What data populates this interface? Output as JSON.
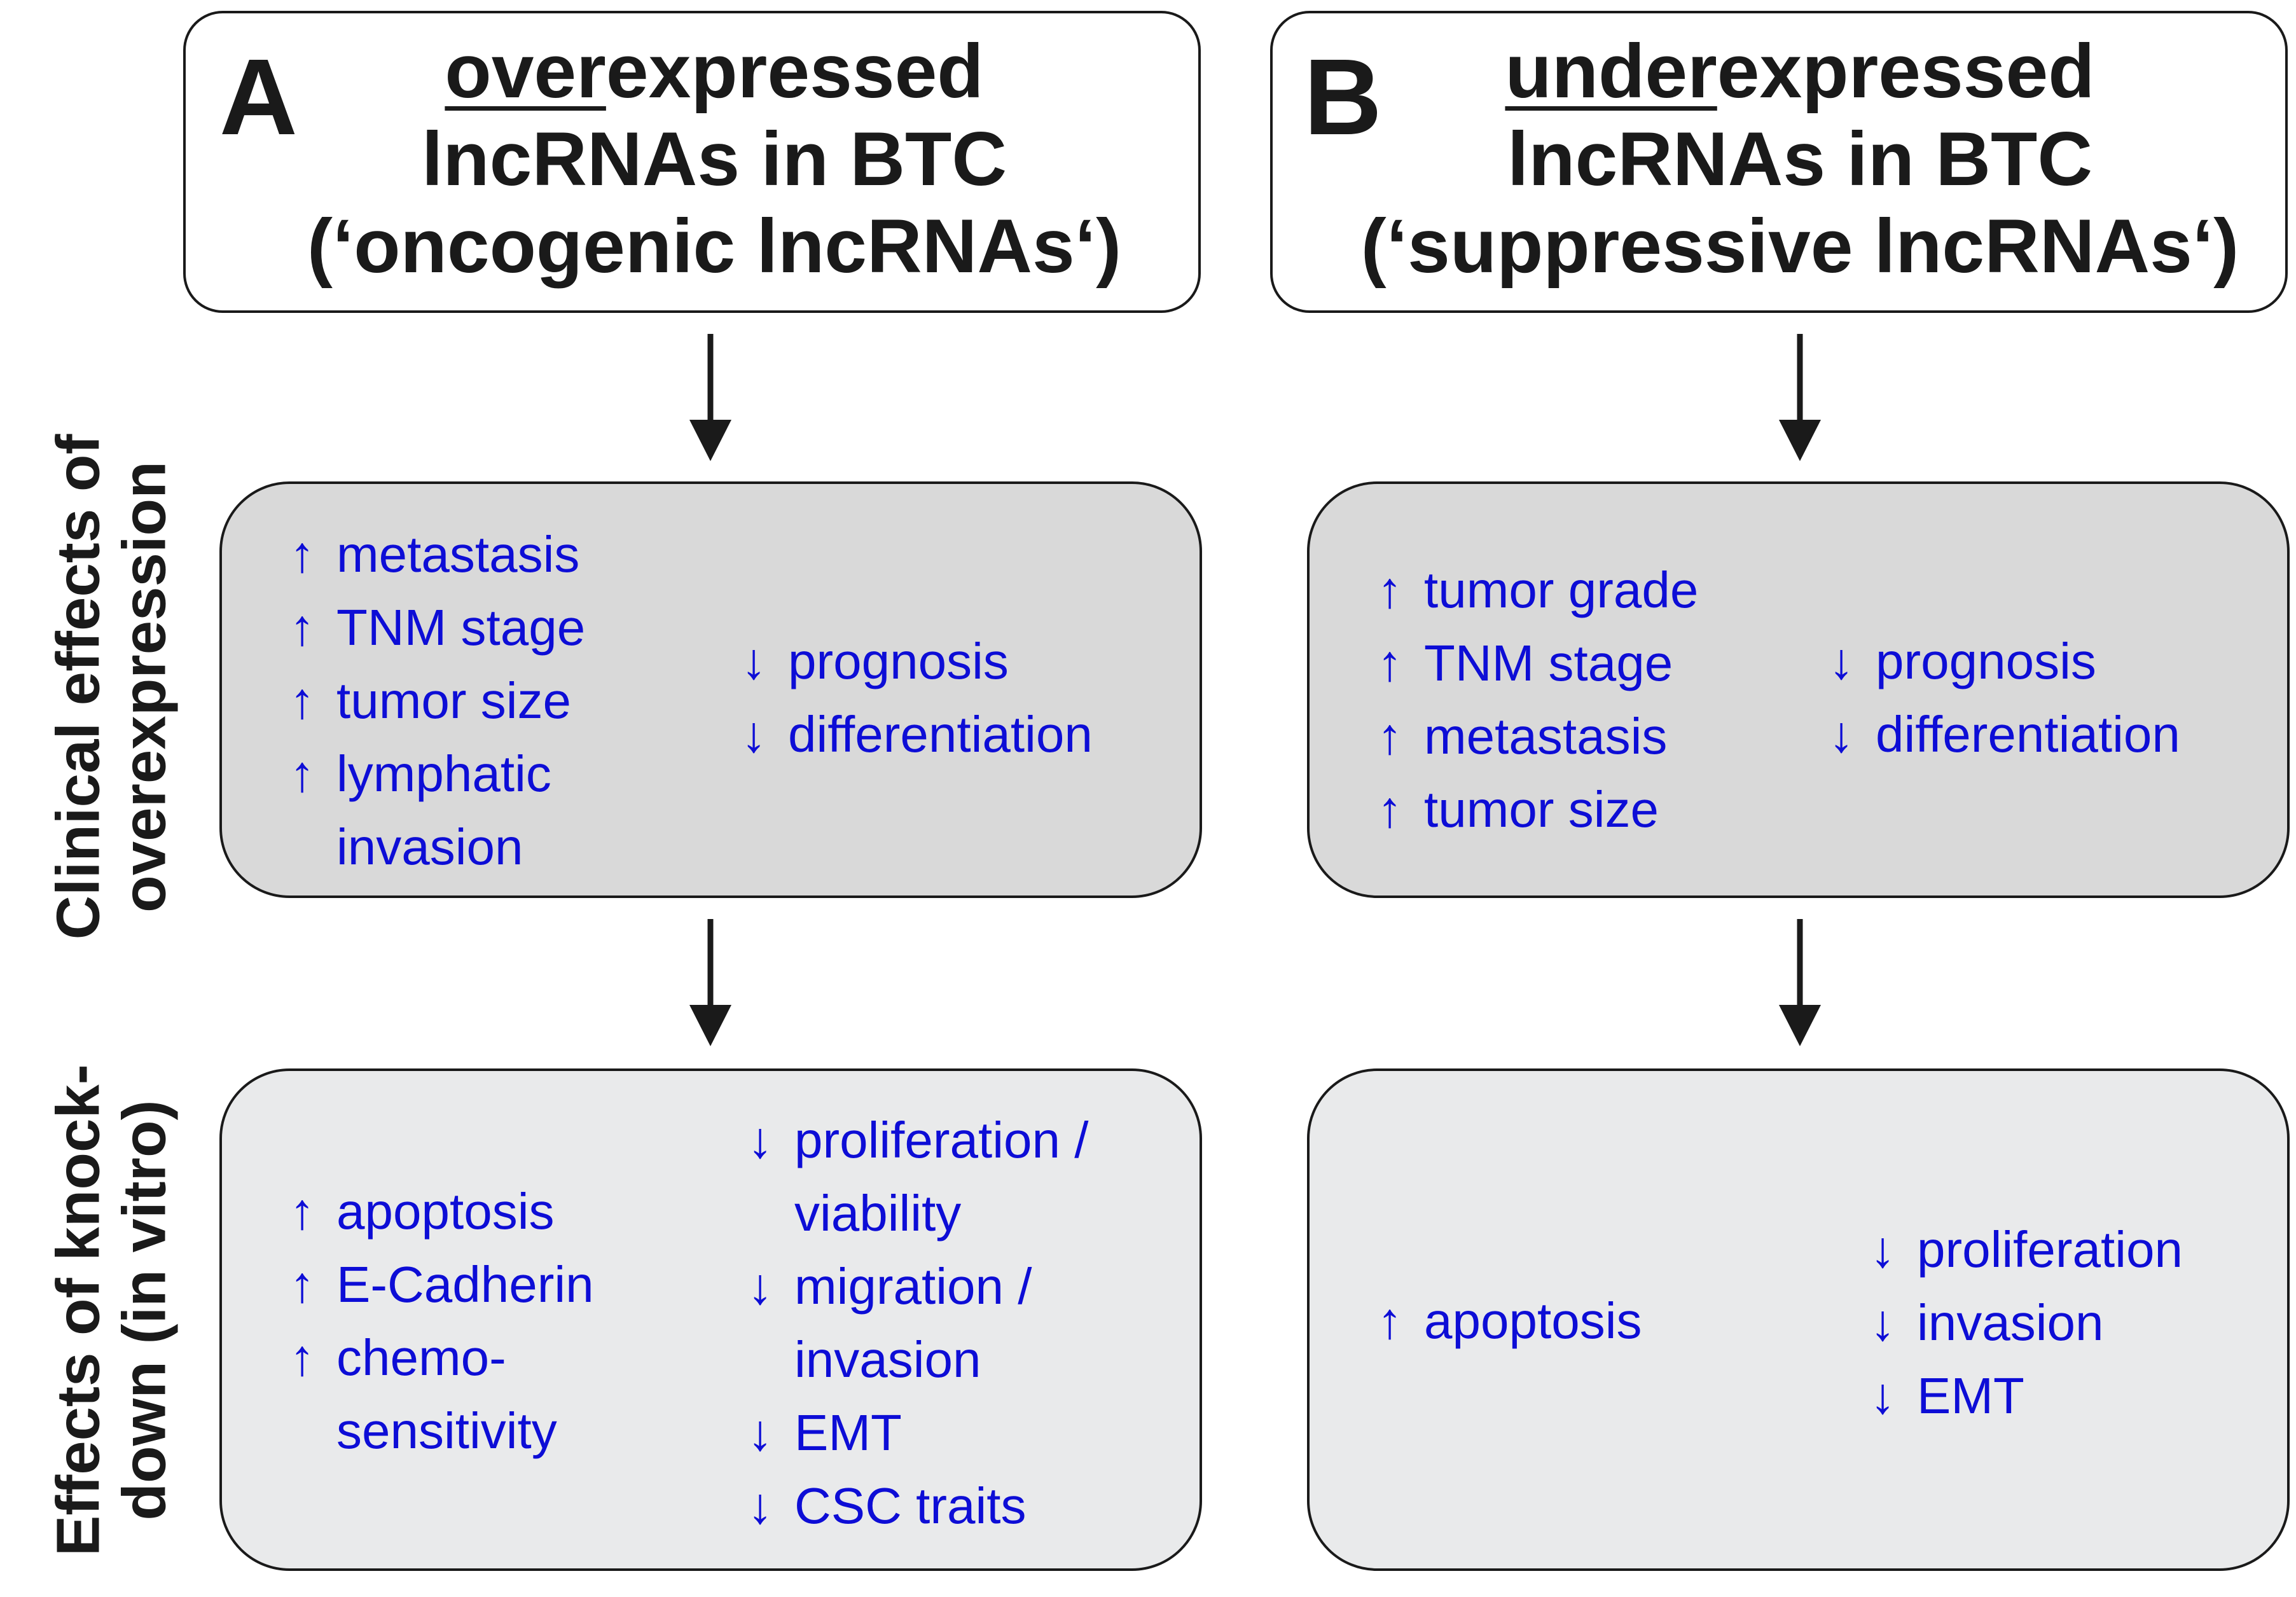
{
  "panel_a": {
    "letter": "A",
    "title_underlined": "over",
    "title_rest": "expressed",
    "title_line2": "lncRNAs in BTC",
    "title_line3": "(‘oncogenic lncRNAs‘)",
    "clinical_left": [
      {
        "arrow": "↑",
        "text": "metastasis"
      },
      {
        "arrow": "↑",
        "text": "TNM stage"
      },
      {
        "arrow": "↑",
        "text": "tumor size"
      },
      {
        "arrow": "↑",
        "text": "lymphatic"
      },
      {
        "arrow": "",
        "text": "invasion"
      }
    ],
    "clinical_right": [
      {
        "arrow": "↓",
        "text": "prognosis"
      },
      {
        "arrow": "↓",
        "text": "differentiation"
      }
    ],
    "knockdown_left": [
      {
        "arrow": "↑",
        "text": "apoptosis"
      },
      {
        "arrow": "↑",
        "text": "E-Cadherin"
      },
      {
        "arrow": "↑",
        "text": "chemo-"
      },
      {
        "arrow": "",
        "text": "sensitivity"
      }
    ],
    "knockdown_right": [
      {
        "arrow": "↓",
        "text": "proliferation /"
      },
      {
        "arrow": "",
        "text": "viability"
      },
      {
        "arrow": "↓",
        "text": "migration /"
      },
      {
        "arrow": "",
        "text": "invasion"
      },
      {
        "arrow": "↓",
        "text": "EMT"
      },
      {
        "arrow": "↓",
        "text": "CSC traits"
      }
    ]
  },
  "panel_b": {
    "letter": "B",
    "title_underlined": "under",
    "title_rest": "expressed",
    "title_line2": "lncRNAs in BTC",
    "title_line3": "(‘suppressive lncRNAs‘)",
    "clinical_left": [
      {
        "arrow": "↑",
        "text": "tumor grade"
      },
      {
        "arrow": "↑",
        "text": "TNM stage"
      },
      {
        "arrow": "↑",
        "text": "metastasis"
      },
      {
        "arrow": "↑",
        "text": "tumor size"
      }
    ],
    "clinical_right": [
      {
        "arrow": "↓",
        "text": "prognosis"
      },
      {
        "arrow": "↓",
        "text": "differentiation"
      }
    ],
    "knockdown_left": [
      {
        "arrow": "↑",
        "text": "apoptosis"
      }
    ],
    "knockdown_right": [
      {
        "arrow": "↓",
        "text": "proliferation"
      },
      {
        "arrow": "↓",
        "text": "invasion"
      },
      {
        "arrow": "↓",
        "text": "EMT"
      }
    ]
  },
  "side_labels": {
    "clinical_line1": "Clinical effects of",
    "clinical_line2": "overexpression",
    "knockdown_line1": "Effects of knock-",
    "knockdown_line2": "down (in vitro)"
  },
  "colors": {
    "text_blue": "#0d0dd6",
    "clinical_box": "#d9d9d9",
    "knockdown_box": "#e9eaeb",
    "outline": "#1a1a1a"
  }
}
